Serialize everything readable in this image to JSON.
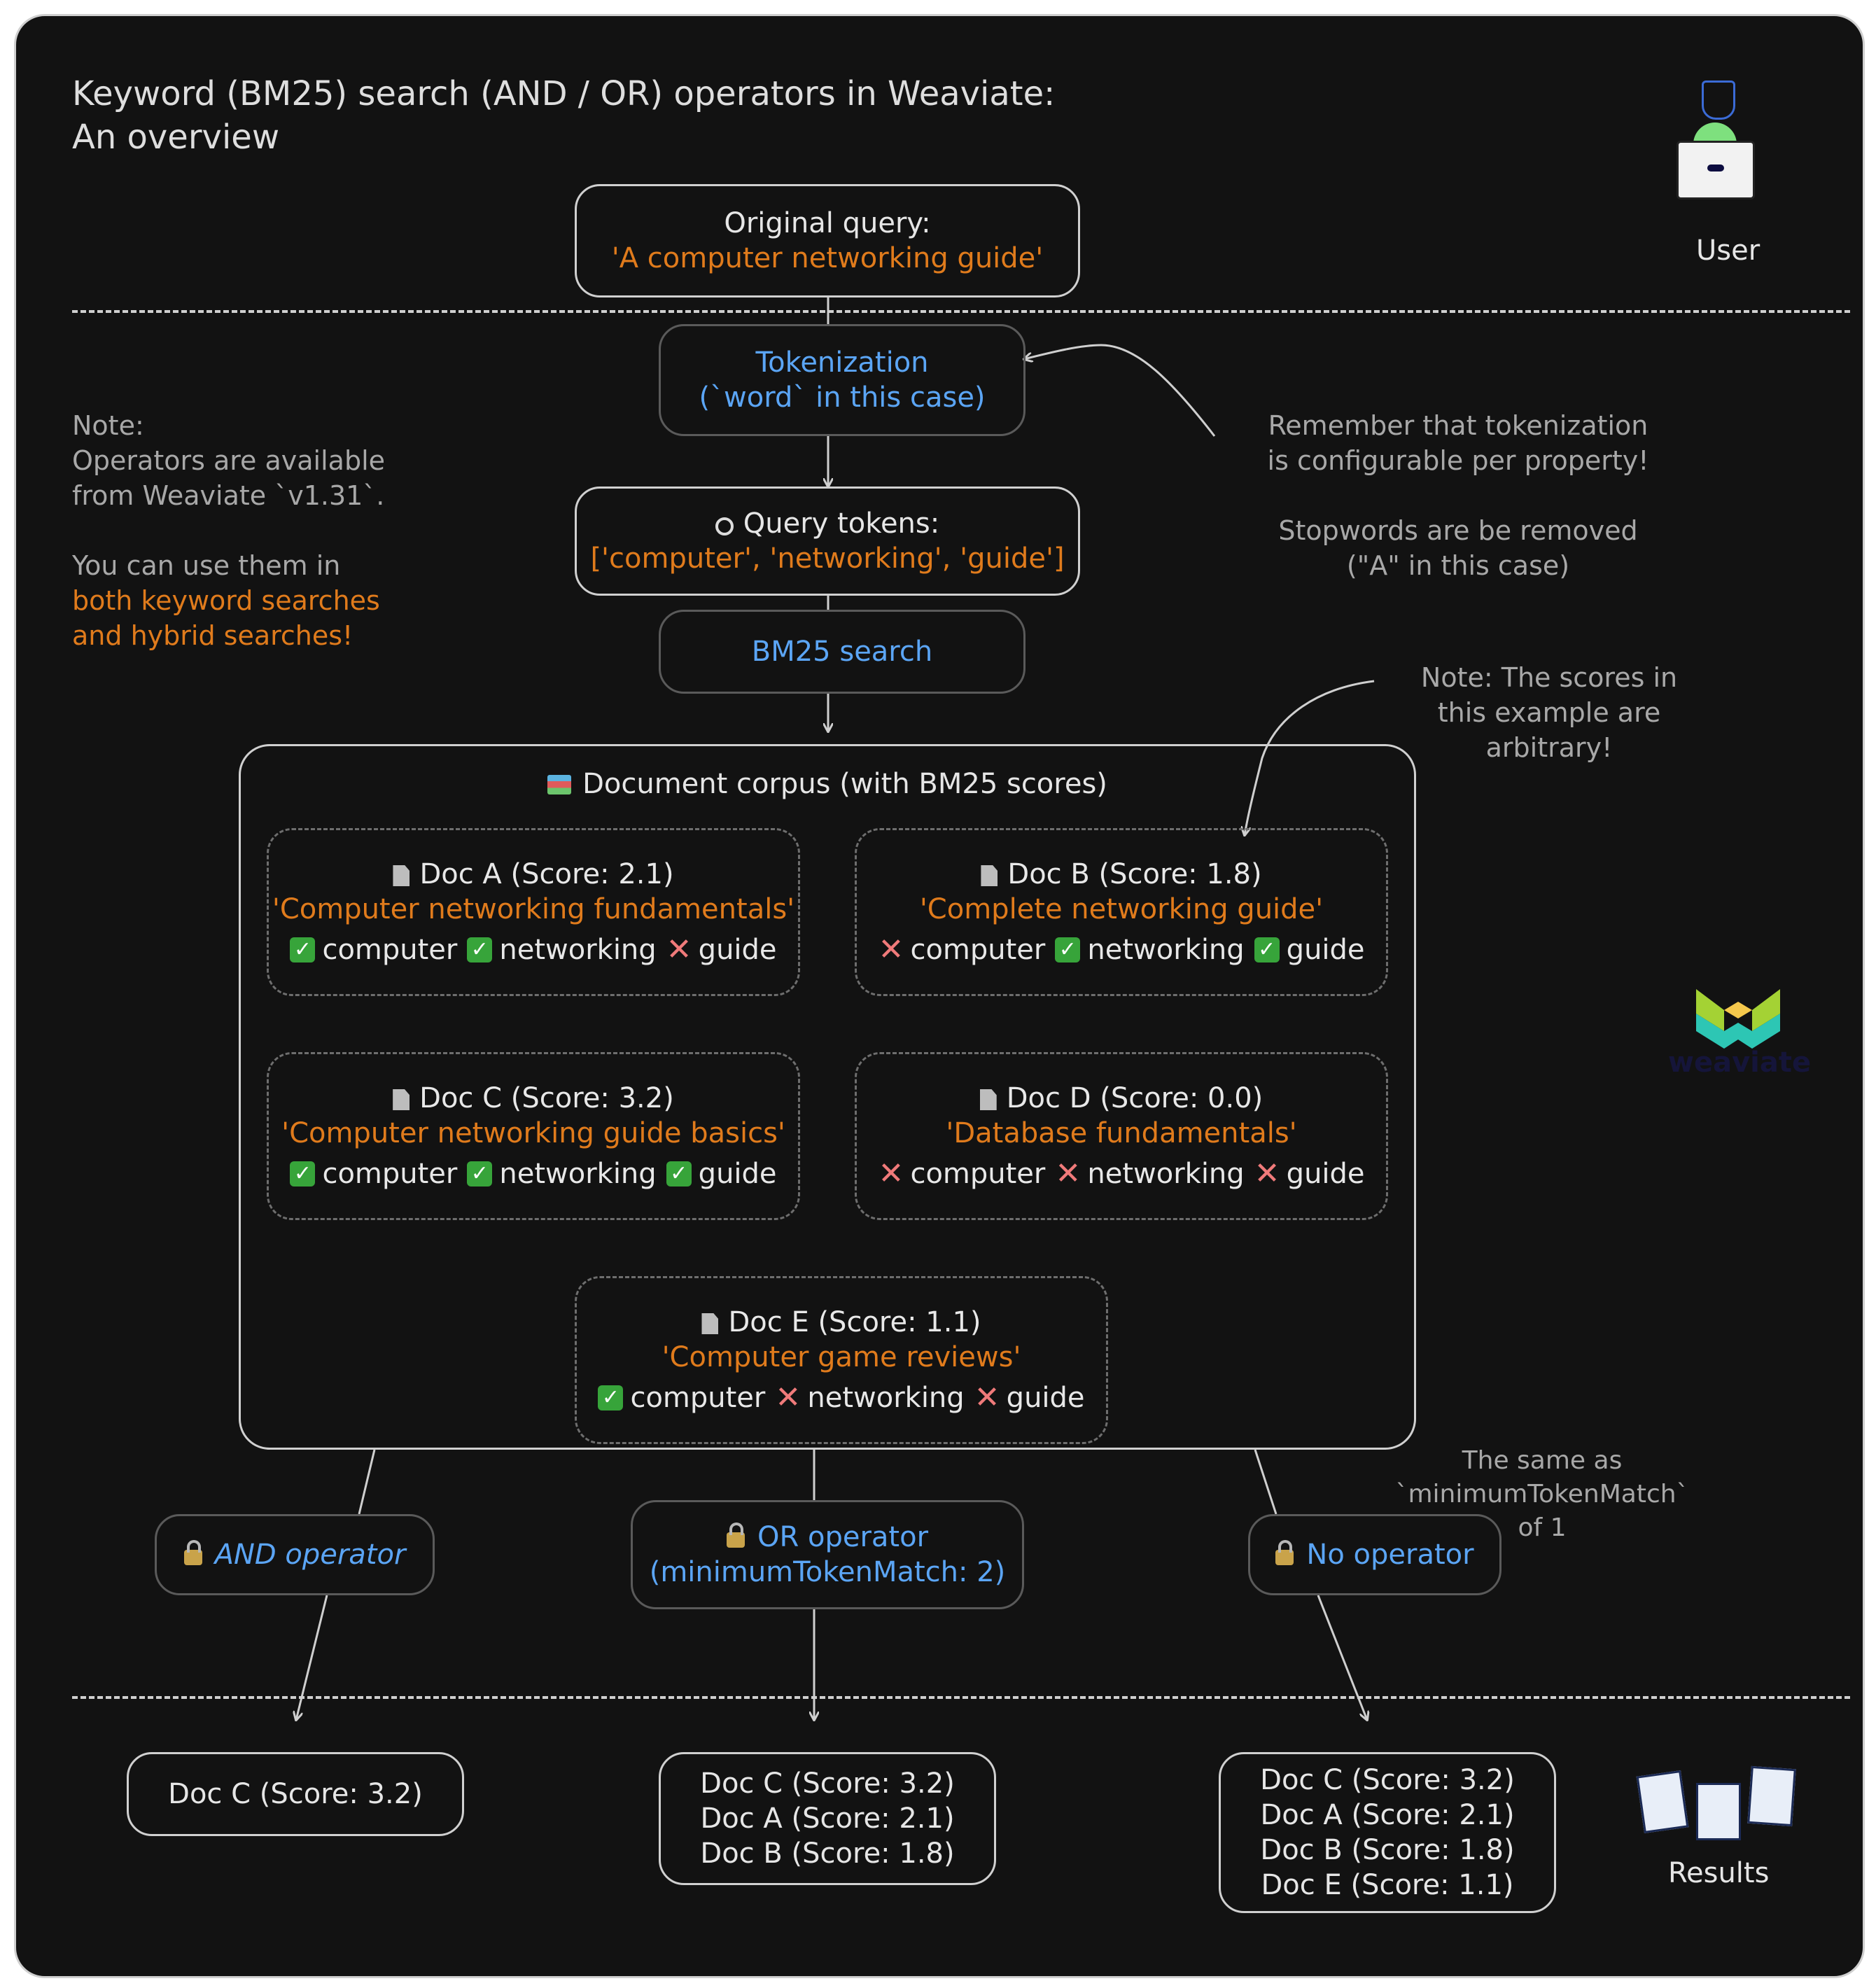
{
  "title": "Keyword (BM25) search (AND / OR) operators in Weaviate:\nAn overview",
  "user": {
    "label": "User"
  },
  "query_box": {
    "heading": "Original query:",
    "value": "'A computer networking guide'"
  },
  "tokenization_box": {
    "line1": "Tokenization",
    "line2": "(`word` in this case)"
  },
  "query_tokens_box": {
    "heading": "Query tokens:",
    "value": "['computer', 'networking', 'guide']"
  },
  "bm25_box": {
    "label": "BM25 search"
  },
  "left_note": {
    "line1": "Note:",
    "line2": "Operators are available",
    "line3": "from Weaviate `v1.31`.",
    "line4": "You can use them in",
    "line5": "both keyword searches",
    "line6": "and hybrid searches!"
  },
  "right_note_tokenization": {
    "line1": "Remember that tokenization",
    "line2": "is configurable per property!",
    "line3": "Stopwords are be removed",
    "line4": "(\"A\" in this case)"
  },
  "right_note_scores": {
    "line1": "Note: The scores in",
    "line2": "this example are",
    "line3": "arbitrary!"
  },
  "corpus": {
    "title": "Document corpus (with BM25 scores)",
    "docs": [
      {
        "title": "Doc A (Score: 2.1)",
        "text": "'Computer networking fundamentals'",
        "tokens": [
          {
            "word": "computer",
            "match": true
          },
          {
            "word": "networking",
            "match": true
          },
          {
            "word": "guide",
            "match": false
          }
        ]
      },
      {
        "title": "Doc B (Score: 1.8)",
        "text": "'Complete networking guide'",
        "tokens": [
          {
            "word": "computer",
            "match": false
          },
          {
            "word": "networking",
            "match": true
          },
          {
            "word": "guide",
            "match": true
          }
        ]
      },
      {
        "title": "Doc C (Score: 3.2)",
        "text": "'Computer networking guide basics'",
        "tokens": [
          {
            "word": "computer",
            "match": true
          },
          {
            "word": "networking",
            "match": true
          },
          {
            "word": "guide",
            "match": true
          }
        ]
      },
      {
        "title": "Doc D (Score: 0.0)",
        "text": "'Database fundamentals'",
        "tokens": [
          {
            "word": "computer",
            "match": false
          },
          {
            "word": "networking",
            "match": false
          },
          {
            "word": "guide",
            "match": false
          }
        ]
      },
      {
        "title": "Doc E (Score: 1.1)",
        "text": "'Computer game reviews'",
        "tokens": [
          {
            "word": "computer",
            "match": true
          },
          {
            "word": "networking",
            "match": false
          },
          {
            "word": "guide",
            "match": false
          }
        ]
      }
    ]
  },
  "operators": {
    "and": {
      "label": "AND operator"
    },
    "or": {
      "line1": "OR operator",
      "line2": "(minimumTokenMatch: 2)"
    },
    "none": {
      "label": "No operator"
    }
  },
  "same_note": {
    "line1": "The same as",
    "line2": "`minimumTokenMatch`",
    "line3": "of 1"
  },
  "results": {
    "and": [
      "Doc C (Score: 3.2)"
    ],
    "or": [
      "Doc C (Score: 3.2)",
      "Doc A (Score: 2.1)",
      "Doc B (Score: 1.8)"
    ],
    "none": [
      "Doc C (Score: 3.2)",
      "Doc A (Score: 2.1)",
      "Doc B (Score: 1.8)",
      "Doc E (Score: 1.1)"
    ]
  },
  "results_label": "Results",
  "logo_text": "weaviate",
  "colors": {
    "orange": "#e07b1c",
    "blue": "#5ba5f5",
    "background": "#121212"
  }
}
